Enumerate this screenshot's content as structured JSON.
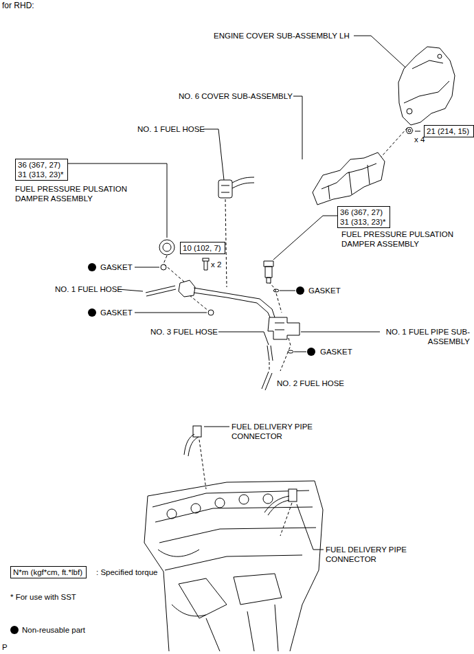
{
  "diagram": {
    "title": "for RHD:",
    "nodes": [
      {
        "text": [
          "36 (367, 27)",
          "31 (313, 23)*"
        ]
      },
      {
        "text": [
          "10 (102, 7)"
        ]
      },
      {
        "text": [
          "36 (367, 27)",
          "31 (313, 23)*"
        ]
      },
      {
        "text": [
          "21 (214, 15)"
        ]
      },
      {
        "text": [
          "N*m (kgf*cm, ft.*lbf)"
        ]
      }
    ],
    "labels": [
      "ENGINE COVER SUB-ASSEMBLY LH",
      "NO. 6 COVER SUB-ASSEMBLY",
      "NO. 1 FUEL HOSE",
      "FUEL PRESSURE PULSATION DAMPER ASSEMBLY",
      "FUEL PRESSURE PULSATION DAMPER ASSEMBLY",
      "x 4",
      "x 2",
      "GASKET",
      "NO. 1 FUEL HOSE",
      "GASKET",
      "GASKET",
      "NO. 3 FUEL HOSE",
      "NO. 1 FUEL PIPE SUB-ASSEMBLY",
      "GASKET",
      "NO. 2 FUEL HOSE",
      "FUEL DELIVERY PIPE CONNECTOR",
      "FUEL DELIVERY PIPE CONNECTOR",
      "* For use with SST",
      "P"
    ],
    "legend": [
      {
        "text": ": Specified torque"
      },
      {
        "text": "Non-reusable part"
      }
    ]
  }
}
